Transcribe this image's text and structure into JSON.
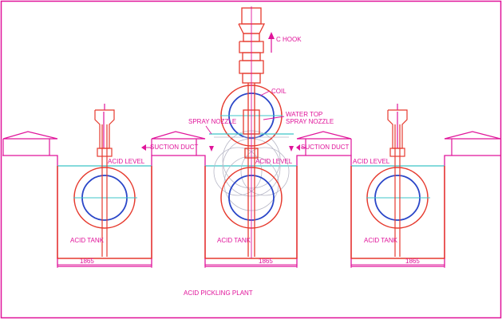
{
  "colors": {
    "magenta": "#e0149a",
    "red": "#e63a2e",
    "blue": "#2a46c8",
    "cyan": "#3cc4c8",
    "grey": "#b9b9c8",
    "pink": "#f07ab8"
  },
  "labels": {
    "c_hook": "C HOOK",
    "coil": "COIL",
    "water_top_1": "WATER TOP",
    "water_top_2": "SPRAY NOZZLE",
    "spray_nozzle": "SPRAY NOZZLE",
    "suction_duct_left": "SUCTION DUCT",
    "suction_duct_right": "SUCTION DUCT",
    "acid_level_left": "ACID LEVEL",
    "acid_level_center": "ACID LEVEL",
    "acid_level_right": "ACID LEVEL",
    "acid_tank_left": "ACID TANK",
    "acid_tank_center": "ACID TANK",
    "acid_tank_right": "ACID TANK",
    "dim_left": "1865",
    "dim_center": "1865",
    "dim_right": "1865",
    "title": "ACID PICKLING PLANT"
  }
}
